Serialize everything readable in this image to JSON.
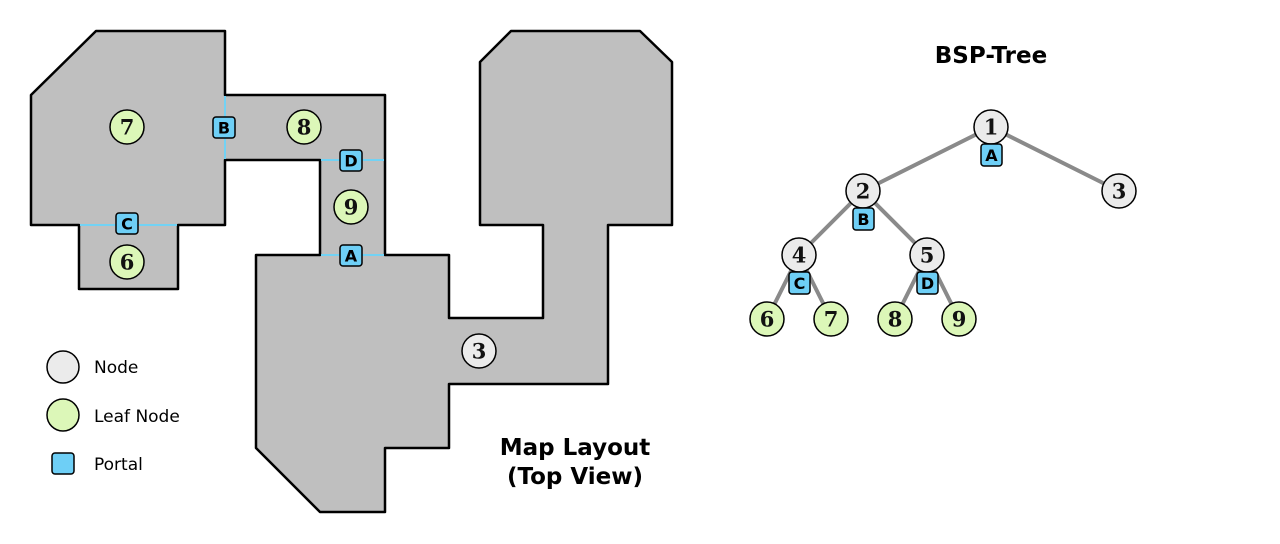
{
  "map": {
    "title_line1": "Map Layout",
    "title_line2": "(Top View)",
    "leaf_labels": {
      "l7": "7",
      "l8": "8",
      "l9": "9",
      "l6": "6"
    },
    "node_labels": {
      "n3": "3"
    },
    "portal_labels": {
      "pB": "B",
      "pC": "C",
      "pD": "D",
      "pA": "A"
    }
  },
  "tree": {
    "title": "BSP-Tree",
    "nodes": {
      "n1": "1",
      "n2": "2",
      "n3": "3",
      "n4": "4",
      "n5": "5"
    },
    "leaves": {
      "l6": "6",
      "l7": "7",
      "l8": "8",
      "l9": "9"
    },
    "portals": {
      "pA": "A",
      "pB": "B",
      "pC": "C",
      "pD": "D"
    }
  },
  "legend": {
    "node_label": "Node",
    "leaf_label": "Leaf Node",
    "portal_label": "Portal"
  },
  "colors": {
    "room_fill": "#bfbfbf",
    "node_fill": "#ebebeb",
    "leaf_fill": "#dcf7b8",
    "portal_fill": "#6ecff6",
    "portal_line": "#72d2f4",
    "tree_edge": "#8a8a8a"
  }
}
